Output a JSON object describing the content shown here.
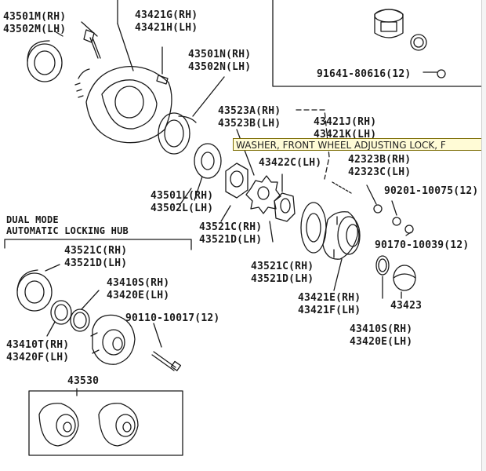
{
  "tooltip": "WASHER, FRONT WHEEL ADJUSTING LOCK, F",
  "parts": {
    "p43501M": [
      "43501M(RH)",
      "43502M(LH)"
    ],
    "p43421G": [
      "43421G(RH)",
      "43421H(LH)"
    ],
    "p43501N": [
      "43501N(RH)",
      "43502N(LH)"
    ],
    "p91641": "91641-80616(12)",
    "p43523A": [
      "43523A(RH)",
      "43523B(LH)"
    ],
    "p43421J": [
      "43421J(RH)",
      "43421K(LH)"
    ],
    "p43422C": "43422C(LH)",
    "p42323B": [
      "42323B(RH)",
      "42323C(LH)"
    ],
    "p90201": "90201-10075(12)",
    "p43501L": [
      "43501L(RH)",
      "43502L(LH)"
    ],
    "p43521C_a": [
      "43521C(RH)",
      "43521D(LH)"
    ],
    "p90170": "90170-10039(12)",
    "p43521C_b": [
      "43521C(RH)",
      "43521D(LH)"
    ],
    "p43421E": [
      "43421E(RH)",
      "43421F(LH)"
    ],
    "p43423": "43423",
    "p43410S_r": [
      "43410S(RH)",
      "43420E(LH)"
    ],
    "p43521C_c": [
      "43521C(RH)",
      "43521D(LH)"
    ],
    "p43410S_l": [
      "43410S(RH)",
      "43420E(LH)"
    ],
    "p43410T": [
      "43410T(RH)",
      "43420F(LH)"
    ],
    "p90110": "90110-10017(12)",
    "p43530": "43530"
  },
  "dual_mode": [
    "DUAL MODE",
    "AUTOMATIC LOCKING HUB"
  ]
}
